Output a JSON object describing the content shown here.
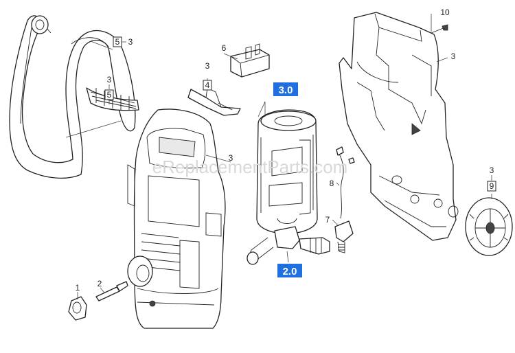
{
  "watermark": "eReplacementParts.com",
  "callouts": {
    "c1": "1",
    "c2": "2",
    "c3_grip_top": "3",
    "c5_grip": "5",
    "c3_grip_insert": "3",
    "c5_grip_insert": "5",
    "c6": "6",
    "c3_nozzle_clip": "3",
    "c4": "4",
    "c3_housing": "3",
    "c10": "10",
    "c3_rear_screw": "3",
    "c3_wheel": "3",
    "c9": "9",
    "c8": "8",
    "c7": "7"
  },
  "subassemblies": {
    "pump_label": "3.0",
    "hose_label": "2.0",
    "accent_color": "#1f6fe0"
  }
}
